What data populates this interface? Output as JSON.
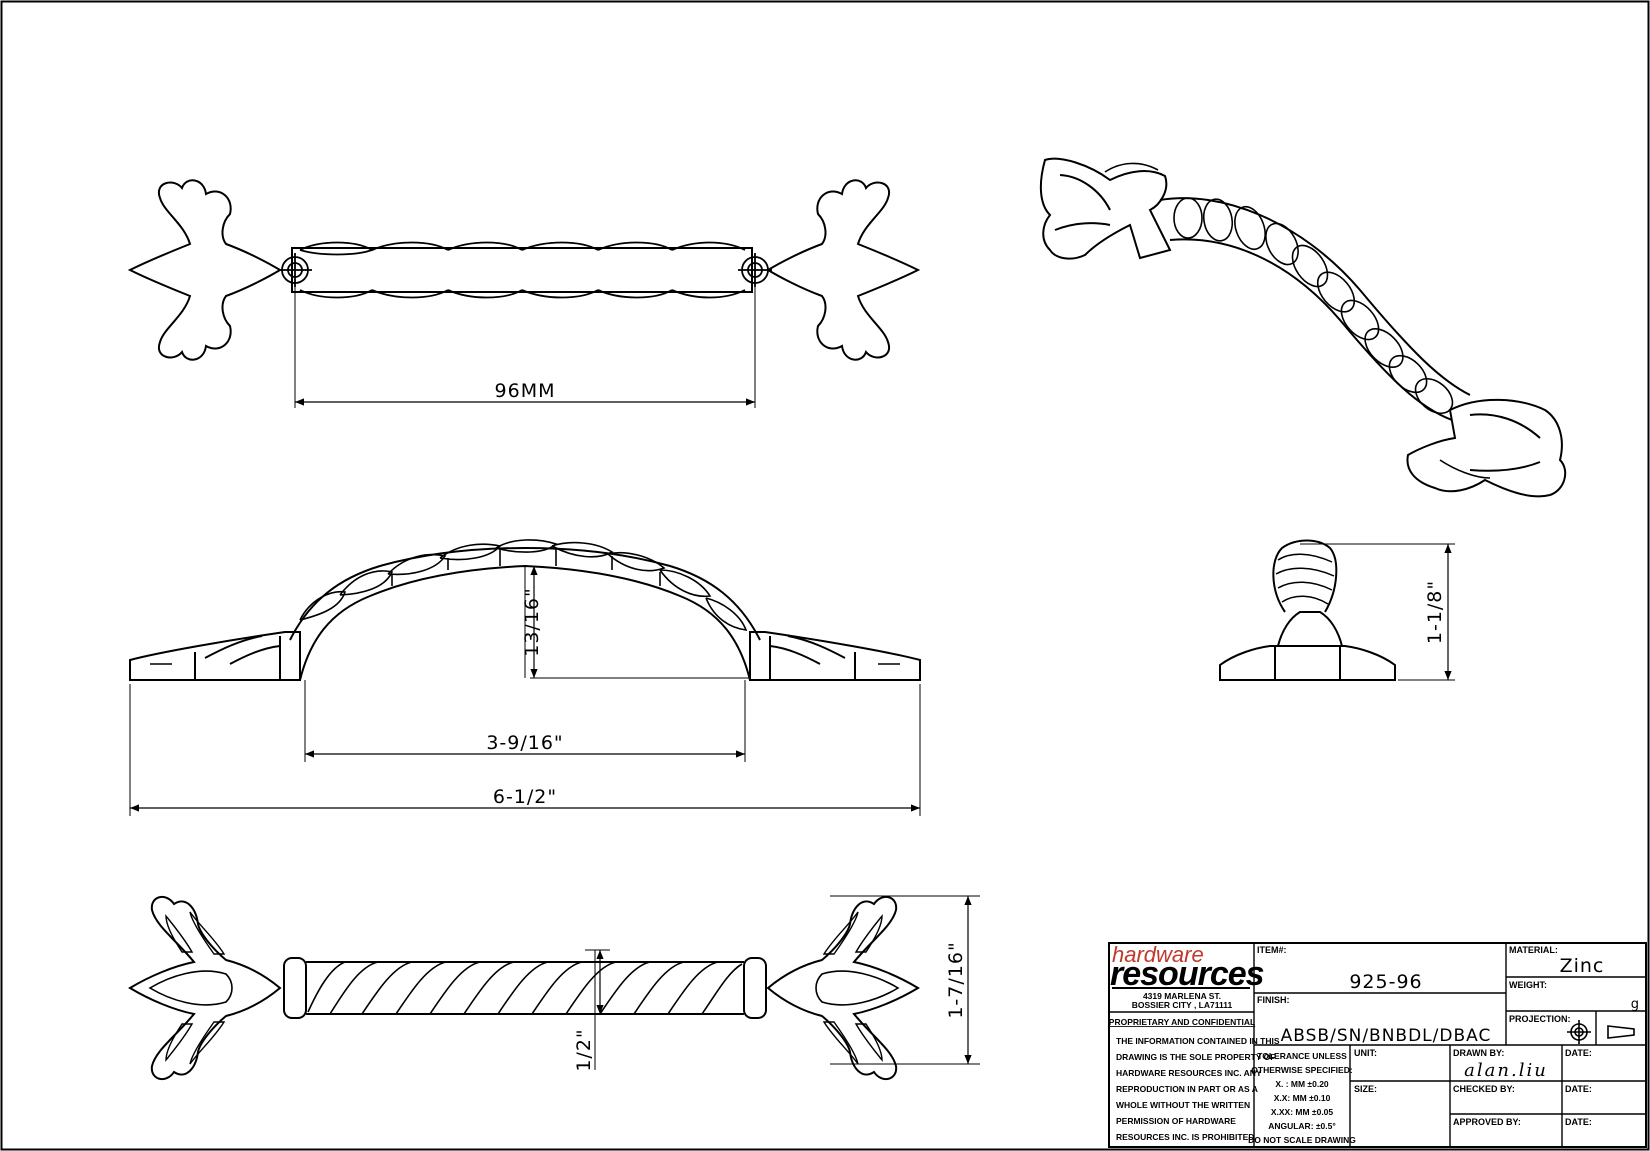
{
  "dimensions": {
    "hole_spacing": "96MM",
    "projection_height": "13/16\"",
    "grip_length": "3-9/16\"",
    "overall_length": "6-1/2\"",
    "overall_height": "1-1/8\"",
    "base_width": "1-7/16\"",
    "rope_width": "1/2\""
  },
  "title_block": {
    "logo_top": "hardware",
    "logo_bottom": "resources",
    "address_line1": "4319  MARLENA  ST.",
    "address_line2": "BOSSIER  CITY  ,  LA71111",
    "confidential_heading": "PROPRIETARY AND CONFIDENTIAL",
    "confidential_lines": [
      "THE INFORMATION CONTAINED IN THIS",
      "DRAWING IS THE SOLE PROPERTY OF",
      "HARDWARE RESOURCES INC.  ANY",
      "REPRODUCTION IN PART OR AS A",
      "WHOLE  WITHOUT THE WRITTEN",
      "PERMISSION OF HARDWARE",
      "RESOURCES INC. IS PROHIBITED."
    ],
    "item_label": "ITEM#:",
    "item_value": "925-96",
    "finish_label": "FINISH:",
    "finish_value": "ABSB/SN/BNBDL/DBAC",
    "material_label": "MATERIAL:",
    "material_value": "Zinc",
    "weight_label": "WEIGHT:",
    "weight_value": "g",
    "projection_label": "PROJECTION:",
    "tolerance_lines": [
      "TOLERANCE UNLESS",
      "OTHERWISE SPECIFIED:",
      "X. :  MM     ±0.20",
      "X.X:  MM     ±0.10",
      "X.XX:  MM    ±0.05",
      "ANGULAR:    ±0.5°",
      "DO NOT SCALE DRAWING"
    ],
    "unit_label": "UNIT:",
    "size_label": "SIZE:",
    "drawn_by_label": "DRAWN BY:",
    "drawn_by_value": "alan.liu",
    "checked_by_label": "CHECKED BY:",
    "approved_by_label": "APPROVED BY:",
    "date_label": "DATE:"
  }
}
